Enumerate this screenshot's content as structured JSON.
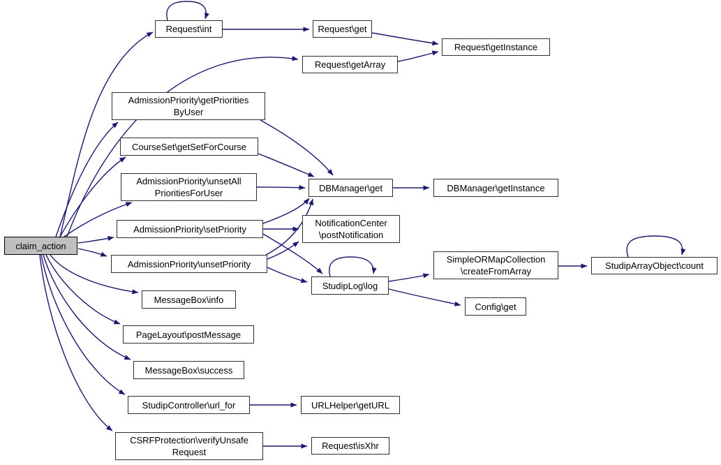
{
  "colors": {
    "edge_color": "#191970",
    "node_fill": "#ffffff",
    "node_border": "#2e2e2e",
    "highlight_fill": "#bfbfbf",
    "text_color": "#000000",
    "canvas_bg": "#ffffff"
  },
  "diagram": {
    "type": "call-graph",
    "root": "claim_action",
    "highlighted_node": "claim_action"
  },
  "nodes": [
    {
      "label": "claim_action",
      "lines": [
        "claim_action"
      ],
      "highlight": true
    },
    {
      "label": "Request\\int",
      "lines": [
        "Request\\int"
      ],
      "self_loop": true
    },
    {
      "label": "Request\\get",
      "lines": [
        "Request\\get"
      ]
    },
    {
      "label": "Request\\getInstance",
      "lines": [
        "Request\\getInstance"
      ]
    },
    {
      "label": "Request\\getArray",
      "lines": [
        "Request\\getArray"
      ]
    },
    {
      "label": "AdmissionPriority\\getPrioritiesByUser",
      "lines": [
        "AdmissionPriority\\getPriorities",
        "ByUser"
      ]
    },
    {
      "label": "CourseSet\\getSetForCourse",
      "lines": [
        "CourseSet\\getSetForCourse"
      ]
    },
    {
      "label": "AdmissionPriority\\unsetAllPrioritiesForUser",
      "lines": [
        "AdmissionPriority\\unsetAll",
        "PrioritiesForUser"
      ]
    },
    {
      "label": "DBManager\\get",
      "lines": [
        "DBManager\\get"
      ]
    },
    {
      "label": "DBManager\\getInstance",
      "lines": [
        "DBManager\\getInstance"
      ]
    },
    {
      "label": "AdmissionPriority\\setPriority",
      "lines": [
        "AdmissionPriority\\setPriority"
      ]
    },
    {
      "label": "NotificationCenter\\postNotification",
      "lines": [
        "NotificationCenter",
        "\\postNotification"
      ]
    },
    {
      "label": "AdmissionPriority\\unsetPriority",
      "lines": [
        "AdmissionPriority\\unsetPriority"
      ]
    },
    {
      "label": "StudipLog\\log",
      "lines": [
        "StudipLog\\log"
      ],
      "self_loop": true
    },
    {
      "label": "SimpleORMapCollection\\createFromArray",
      "lines": [
        "SimpleORMapCollection",
        "\\createFromArray"
      ]
    },
    {
      "label": "StudipArrayObject\\count",
      "lines": [
        "StudipArrayObject\\count"
      ],
      "self_loop": true
    },
    {
      "label": "Config\\get",
      "lines": [
        "Config\\get"
      ]
    },
    {
      "label": "MessageBox\\info",
      "lines": [
        "MessageBox\\info"
      ]
    },
    {
      "label": "PageLayout\\postMessage",
      "lines": [
        "PageLayout\\postMessage"
      ]
    },
    {
      "label": "MessageBox\\success",
      "lines": [
        "MessageBox\\success"
      ]
    },
    {
      "label": "StudipController\\url_for",
      "lines": [
        "StudipController\\url_for"
      ]
    },
    {
      "label": "URLHelper\\getURL",
      "lines": [
        "URLHelper\\getURL"
      ]
    },
    {
      "label": "CSRFProtection\\verifyUnsafeRequest",
      "lines": [
        "CSRFProtection\\verifyUnsafe",
        "Request"
      ]
    },
    {
      "label": "Request\\isXhr",
      "lines": [
        "Request\\isXhr"
      ]
    }
  ],
  "edges": [
    {
      "from": "claim_action",
      "to": "Request\\int"
    },
    {
      "from": "claim_action",
      "to": "Request\\getArray"
    },
    {
      "from": "claim_action",
      "to": "AdmissionPriority\\getPrioritiesByUser"
    },
    {
      "from": "claim_action",
      "to": "CourseSet\\getSetForCourse"
    },
    {
      "from": "claim_action",
      "to": "AdmissionPriority\\unsetAllPrioritiesForUser"
    },
    {
      "from": "claim_action",
      "to": "AdmissionPriority\\setPriority"
    },
    {
      "from": "claim_action",
      "to": "AdmissionPriority\\unsetPriority"
    },
    {
      "from": "claim_action",
      "to": "MessageBox\\info"
    },
    {
      "from": "claim_action",
      "to": "PageLayout\\postMessage"
    },
    {
      "from": "claim_action",
      "to": "MessageBox\\success"
    },
    {
      "from": "claim_action",
      "to": "StudipController\\url_for"
    },
    {
      "from": "claim_action",
      "to": "CSRFProtection\\verifyUnsafeRequest"
    },
    {
      "from": "Request\\int",
      "to": "Request\\int"
    },
    {
      "from": "Request\\int",
      "to": "Request\\get"
    },
    {
      "from": "Request\\get",
      "to": "Request\\getInstance"
    },
    {
      "from": "Request\\getArray",
      "to": "Request\\getInstance"
    },
    {
      "from": "AdmissionPriority\\getPrioritiesByUser",
      "to": "DBManager\\get"
    },
    {
      "from": "CourseSet\\getSetForCourse",
      "to": "DBManager\\get"
    },
    {
      "from": "AdmissionPriority\\unsetAllPrioritiesForUser",
      "to": "DBManager\\get"
    },
    {
      "from": "AdmissionPriority\\setPriority",
      "to": "DBManager\\get"
    },
    {
      "from": "AdmissionPriority\\setPriority",
      "to": "NotificationCenter\\postNotification"
    },
    {
      "from": "AdmissionPriority\\setPriority",
      "to": "StudipLog\\log"
    },
    {
      "from": "AdmissionPriority\\unsetPriority",
      "to": "DBManager\\get"
    },
    {
      "from": "AdmissionPriority\\unsetPriority",
      "to": "NotificationCenter\\postNotification"
    },
    {
      "from": "AdmissionPriority\\unsetPriority",
      "to": "StudipLog\\log"
    },
    {
      "from": "DBManager\\get",
      "to": "DBManager\\getInstance"
    },
    {
      "from": "StudipLog\\log",
      "to": "StudipLog\\log"
    },
    {
      "from": "StudipLog\\log",
      "to": "SimpleORMapCollection\\createFromArray"
    },
    {
      "from": "StudipLog\\log",
      "to": "Config\\get"
    },
    {
      "from": "SimpleORMapCollection\\createFromArray",
      "to": "StudipArrayObject\\count"
    },
    {
      "from": "StudipArrayObject\\count",
      "to": "StudipArrayObject\\count"
    },
    {
      "from": "StudipController\\url_for",
      "to": "URLHelper\\getURL"
    },
    {
      "from": "CSRFProtection\\verifyUnsafeRequest",
      "to": "Request\\isXhr"
    }
  ]
}
